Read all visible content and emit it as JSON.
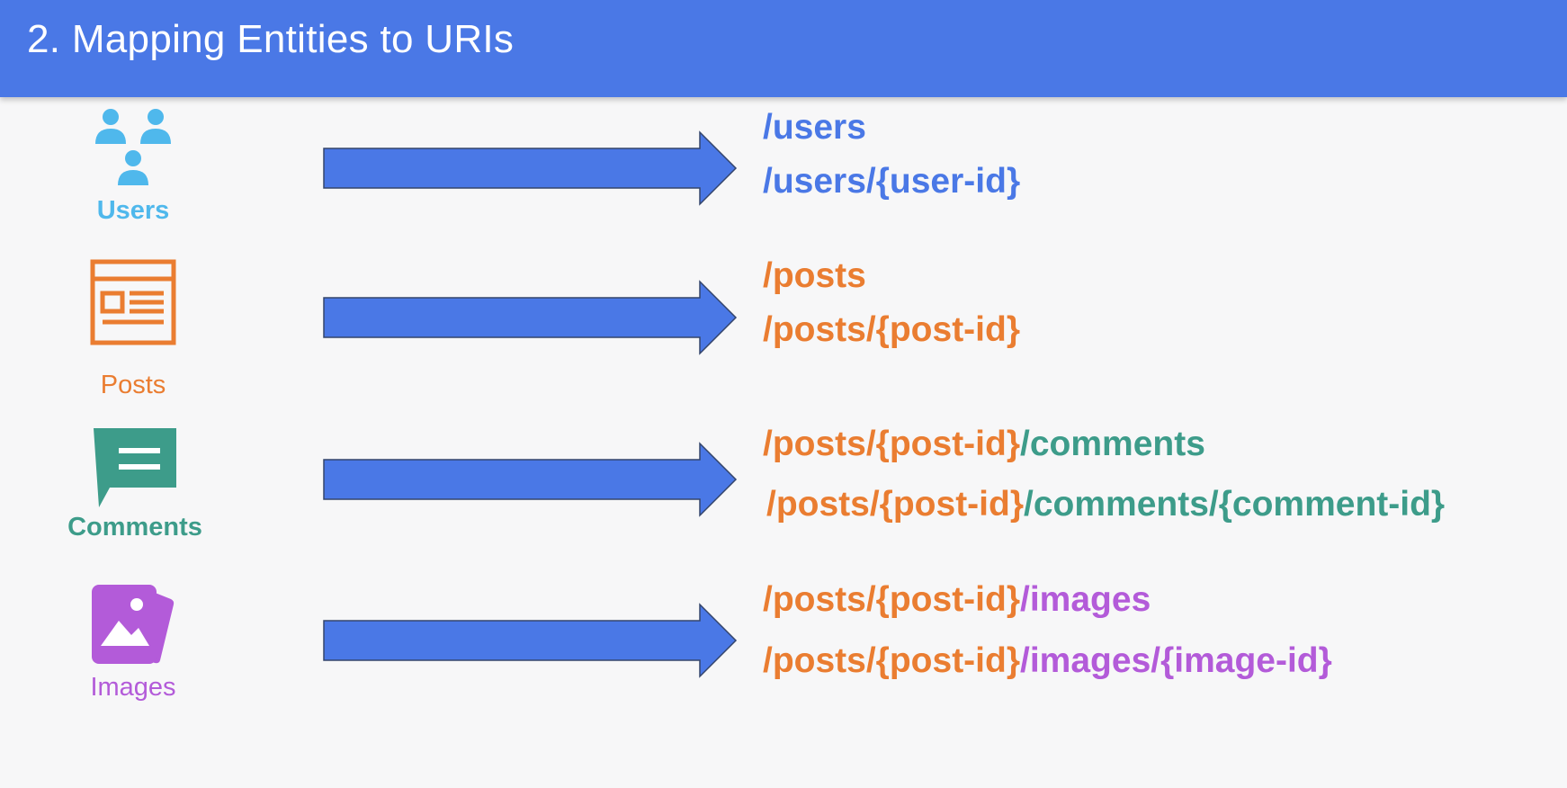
{
  "header": {
    "title": "2. Mapping Entities to URIs"
  },
  "colors": {
    "header_bg": "#4a78e6",
    "users": "#4fb8ec",
    "posts": "#ea7d31",
    "comments": "#3d9c8a",
    "images": "#b35bd9",
    "arrow": "#4a78e6",
    "uri_users": "#4a78e6"
  },
  "entities": [
    {
      "label": "Users",
      "icon": "users-group-icon",
      "uris": [
        [
          {
            "text": "/users",
            "color": "blue"
          }
        ],
        [
          {
            "text": "/users/{user-id}",
            "color": "blue"
          }
        ]
      ]
    },
    {
      "label": "Posts",
      "icon": "article-icon",
      "uris": [
        [
          {
            "text": "/posts",
            "color": "orange"
          }
        ],
        [
          {
            "text": "/posts/{post-id}",
            "color": "orange"
          }
        ]
      ]
    },
    {
      "label": "Comments",
      "icon": "comment-bubble-icon",
      "uris": [
        [
          {
            "text": "/posts/{post-id}",
            "color": "orange"
          },
          {
            "text": "/comments",
            "color": "teal"
          }
        ],
        [
          {
            "text": "/posts/{post-id}",
            "color": "orange"
          },
          {
            "text": "/comments/{comment-id}",
            "color": "teal"
          }
        ]
      ]
    },
    {
      "label": "Images",
      "icon": "image-gallery-icon",
      "uris": [
        [
          {
            "text": "/posts/{post-id}",
            "color": "orange"
          },
          {
            "text": "/images",
            "color": "purple"
          }
        ],
        [
          {
            "text": "/posts/{post-id}",
            "color": "orange"
          },
          {
            "text": "/images/{image-id}",
            "color": "purple"
          }
        ]
      ]
    }
  ]
}
